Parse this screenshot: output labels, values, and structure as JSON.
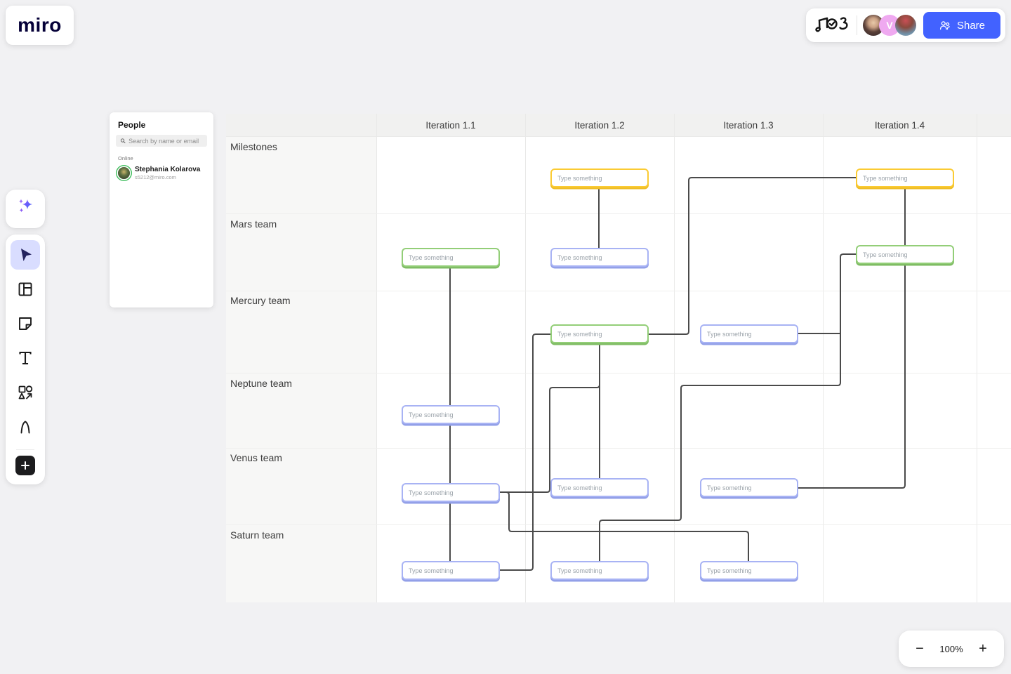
{
  "brand": {
    "logo_text": "miro"
  },
  "topbar": {
    "board_doodle_icon": "music-notes-doodle",
    "avatars": [
      {
        "type": "photo",
        "label": ""
      },
      {
        "type": "initial",
        "label": "V",
        "color": "#EFA9F0"
      },
      {
        "type": "photo",
        "label": ""
      }
    ],
    "share": {
      "label": "Share",
      "icon": "people-icon",
      "color": "#4262FF"
    }
  },
  "people_panel": {
    "title": "People",
    "search": {
      "placeholder": "Search by name or email",
      "icon": "search-icon"
    },
    "online_label": "Online",
    "members": [
      {
        "name": "Stephania Kolarova",
        "email": "s5212@miro.com",
        "status": "online"
      }
    ]
  },
  "toolbar": {
    "tools": [
      {
        "id": "ai",
        "icon": "ai-sparkles-icon"
      },
      {
        "id": "select",
        "icon": "cursor-icon",
        "active": true
      },
      {
        "id": "frames",
        "icon": "frames-icon"
      },
      {
        "id": "sticky-note",
        "icon": "sticky-note-icon"
      },
      {
        "id": "text",
        "icon": "text-icon"
      },
      {
        "id": "shapes",
        "icon": "shapes-icon"
      },
      {
        "id": "pen",
        "icon": "pen-icon"
      },
      {
        "id": "more",
        "icon": "plus-icon"
      }
    ]
  },
  "canvas": {
    "columns": [
      {
        "label": "Iteration 1.1"
      },
      {
        "label": "Iteration 1.2"
      },
      {
        "label": "Iteration 1.3"
      },
      {
        "label": "Iteration 1.4"
      }
    ],
    "rows": [
      {
        "label": "Milestones"
      },
      {
        "label": "Mars team"
      },
      {
        "label": "Mercury team"
      },
      {
        "label": "Neptune team"
      },
      {
        "label": "Venus team"
      },
      {
        "label": "Saturn team"
      }
    ],
    "card_placeholder": "Type something",
    "card_colors": {
      "milestone_yellow": "#FBCB33",
      "team_green": "#93CE78",
      "team_blue": "#A8B3F4"
    },
    "connector_color": "#4A4A4A",
    "cards": [
      {
        "row": "Milestones",
        "col": "Iteration 1.2",
        "color": "yellow"
      },
      {
        "row": "Milestones",
        "col": "Iteration 1.4",
        "color": "yellow"
      },
      {
        "row": "Mars team",
        "col": "Iteration 1.1",
        "color": "green"
      },
      {
        "row": "Mars team",
        "col": "Iteration 1.2",
        "color": "blue"
      },
      {
        "row": "Mars team",
        "col": "Iteration 1.4",
        "color": "green"
      },
      {
        "row": "Mercury team",
        "col": "Iteration 1.2",
        "color": "green"
      },
      {
        "row": "Mercury team",
        "col": "Iteration 1.3",
        "color": "blue"
      },
      {
        "row": "Neptune team",
        "col": "Iteration 1.1",
        "color": "blue"
      },
      {
        "row": "Venus team",
        "col": "Iteration 1.1",
        "color": "blue"
      },
      {
        "row": "Venus team",
        "col": "Iteration 1.2",
        "color": "blue"
      },
      {
        "row": "Venus team",
        "col": "Iteration 1.3",
        "color": "blue"
      },
      {
        "row": "Saturn team",
        "col": "Iteration 1.1",
        "color": "blue"
      },
      {
        "row": "Saturn team",
        "col": "Iteration 1.2",
        "color": "blue"
      },
      {
        "row": "Saturn team",
        "col": "Iteration 1.3",
        "color": "blue"
      }
    ]
  },
  "zoom_controls": {
    "minus": "−",
    "level": "100%",
    "plus": "+"
  }
}
